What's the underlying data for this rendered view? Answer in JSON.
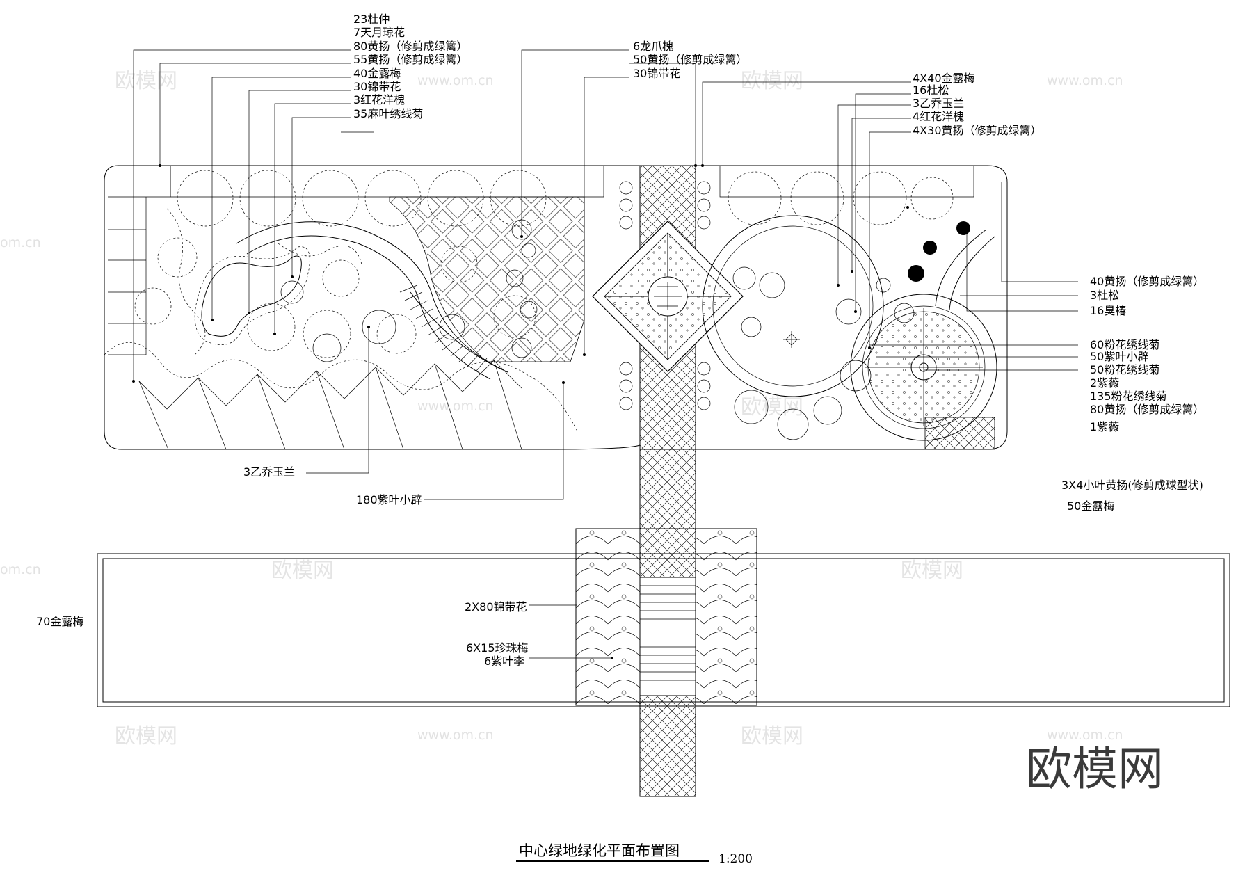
{
  "title": "中心绿地绿化平面布置图",
  "scale": "1:200",
  "watermark": {
    "brand": "欧模网",
    "site": "www.om.cn",
    "site_short": "om.cn"
  },
  "labels": {
    "tl1": "23杜仲",
    "tl2": "7天月琼花",
    "tl3": "80黄扬（修剪成绿篱）",
    "tl4": "55黄扬（修剪成绿篱）",
    "tl5": "40金露梅",
    "tl6": "30锦带花",
    "tl7": "3红花洋槐",
    "tl8": "35麻叶绣线菊",
    "tc1": "6龙爪槐",
    "tc2": "50黄扬（修剪成绿篱）",
    "tc3": "30锦带花",
    "tr1": "4X40金露梅",
    "tr2": "16杜松",
    "tr3": "3乙乔玉兰",
    "tr4": "4红花洋槐",
    "tr5": "4X30黄扬（修剪成绿篱）",
    "r1": "40黄扬（修剪成绿篱）",
    "r2": "3杜松",
    "r3": "16臭椿",
    "r4": "60粉花绣线菊",
    "r5": "50紫叶小辟",
    "r6": "50粉花绣线菊",
    "r7": "2紫薇",
    "r8": "135粉花绣线菊",
    "r9": "80黄扬（修剪成绿篱）",
    "r10": "1紫薇",
    "r11": "3X4小叶黄扬(修剪成球型状)",
    "r12": "50金露梅",
    "b1": "3乙乔玉兰",
    "b2": "180紫叶小辟",
    "b3": "70金露梅",
    "b4": "2X80锦带花",
    "b5": "6X15珍珠梅",
    "b6": "6紫叶李"
  },
  "colors": {
    "line": "#000000",
    "background": "#ffffff",
    "watermark": "#cfcfcf",
    "logo": "#3a3a3a"
  }
}
